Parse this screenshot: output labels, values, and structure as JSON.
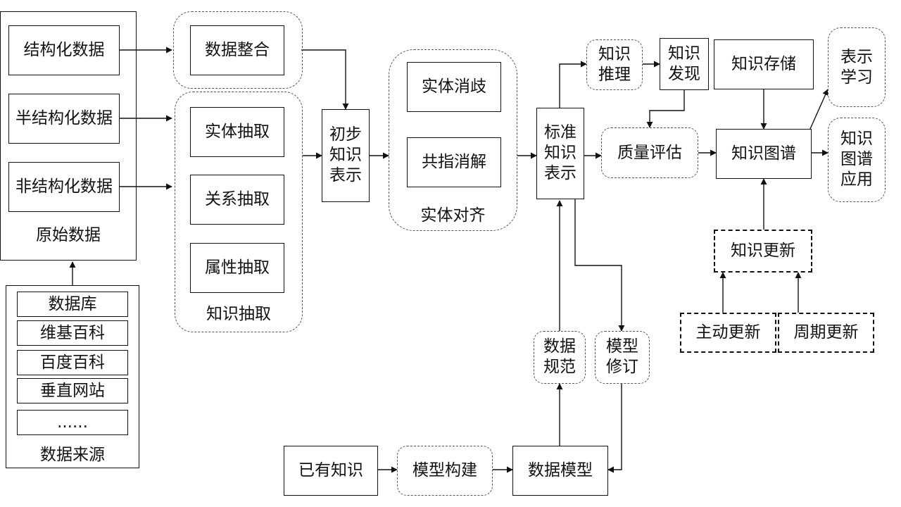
{
  "raw_data": {
    "structured": "结构化数据",
    "semi_structured": "半结构化数据",
    "unstructured": "非结构化数据",
    "label": "原始数据"
  },
  "data_sources": {
    "items": [
      "数据库",
      "维基百科",
      "百度百科",
      "垂直网站",
      "......"
    ],
    "label": "数据来源"
  },
  "data_integration": "数据整合",
  "knowledge_extraction": {
    "entity": "实体抽取",
    "relation": "关系抽取",
    "attribute": "属性抽取",
    "label": "知识抽取"
  },
  "preliminary_repr": [
    "初步",
    "知识",
    "表示"
  ],
  "entity_alignment": {
    "disambiguation": "实体消歧",
    "coreference": "共指消解",
    "label": "实体对齐"
  },
  "standard_repr": [
    "标准",
    "知识",
    "表示"
  ],
  "knowledge_reasoning": [
    "知识",
    "推理"
  ],
  "knowledge_discovery": [
    "知识",
    "发现"
  ],
  "quality_assessment": "质量评估",
  "knowledge_storage": "知识存储",
  "knowledge_graph": "知识图谱",
  "representation_learning": [
    "表示",
    "学习"
  ],
  "kg_application": [
    "知识",
    "图谱",
    "应用"
  ],
  "knowledge_update": "知识更新",
  "active_update": "主动更新",
  "periodic_update": "周期更新",
  "data_norm": [
    "数据",
    "规范"
  ],
  "model_revision": [
    "模型",
    "修订"
  ],
  "existing_knowledge": "已有知识",
  "model_construction": "模型构建",
  "data_model": "数据模型"
}
